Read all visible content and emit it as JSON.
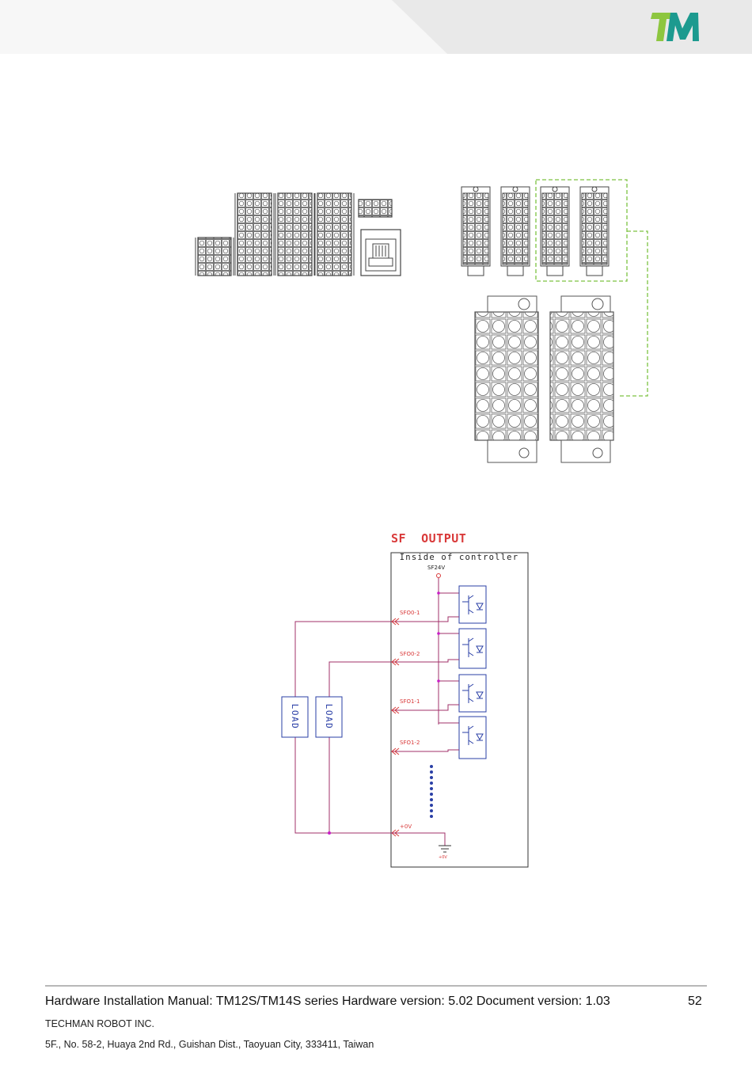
{
  "header": {
    "background_color": "#f2f2f2",
    "logo_text": "TM",
    "logo_colors": {
      "t": "#8dc63f",
      "m": "#1c9a8f"
    }
  },
  "figure": {
    "connector_outline_color": "#444444",
    "highlight_color": "#7dc242"
  },
  "schematic": {
    "title": "SF  OUTPUT",
    "box_label": "Inside of controller",
    "supply_label": "SF24V",
    "outputs": [
      "SFO0-1",
      "SFO0-2",
      "SFO1-1",
      "SFO1-2"
    ],
    "ground_label": "+0V",
    "ground_symbol_label": "+0V",
    "loads": [
      "LOAD",
      "LOAD"
    ],
    "colors": {
      "wire": "#a0306a",
      "label": "#d93a3a",
      "component": "#2a3fa6",
      "box": "#333333"
    }
  },
  "footer": {
    "title": "Hardware Installation Manual: TM12S/TM14S series Hardware version: 5.02 Document version: 1.03",
    "page_number": "52",
    "company": "TECHMAN ROBOT INC.",
    "address": "5F., No. 58-2, Huaya 2nd Rd., Guishan Dist., Taoyuan City, 333411, Taiwan"
  }
}
